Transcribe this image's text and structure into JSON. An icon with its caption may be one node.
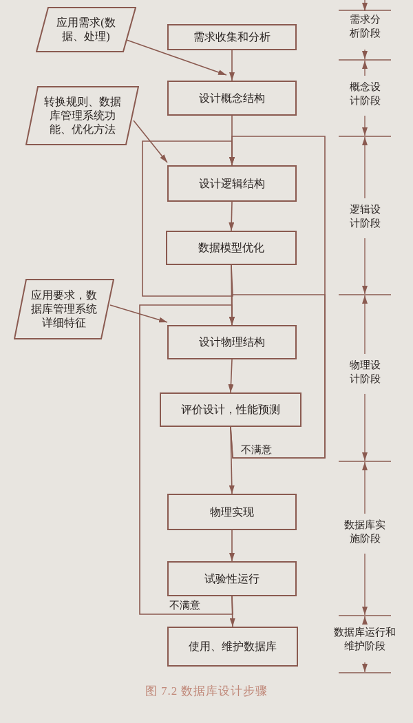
{
  "diagram": {
    "caption": "图 7.2 数据库设计步骤",
    "nodes": [
      {
        "text": [
          "应用需求(数据、处理)"
        ]
      },
      {
        "text": [
          "需求收集和分析"
        ]
      },
      {
        "text": [
          "转换规则、数据库管理系统功能、优化方法"
        ]
      },
      {
        "text": [
          "设计概念结构"
        ]
      },
      {
        "text": [
          "设计逻辑结构"
        ]
      },
      {
        "text": [
          "数据模型优化"
        ]
      },
      {
        "text": [
          "应用要求，数据库管理系统详细特征"
        ]
      },
      {
        "text": [
          "设计物理结构"
        ]
      },
      {
        "text": [
          "评价设计，性能预测"
        ]
      },
      {
        "text": [
          "物理实现"
        ]
      },
      {
        "text": [
          "试验性运行"
        ]
      },
      {
        "text": [
          "使用、维护数据库"
        ]
      }
    ],
    "edges": [
      {
        "from": 0,
        "to": 3,
        "arrow": "to"
      },
      {
        "from": 1,
        "to": 3,
        "arrow": "to"
      },
      {
        "from": 2,
        "to": 4,
        "arrow": "to"
      },
      {
        "from": 3,
        "to": 4,
        "arrow": "to"
      },
      {
        "from": 4,
        "to": 5,
        "arrow": "to"
      },
      {
        "from": 5,
        "to": 4,
        "arrow": "to"
      },
      {
        "from": 5,
        "to": 7,
        "arrow": "to"
      },
      {
        "from": 6,
        "to": 7,
        "arrow": "to"
      },
      {
        "from": 7,
        "to": 8,
        "arrow": "to"
      },
      {
        "from": 8,
        "to": 9,
        "arrow": "to"
      },
      {
        "from": 8,
        "to": 4,
        "arrow": "to",
        "label": "不满意"
      },
      {
        "from": 8,
        "to": 7,
        "arrow": "to"
      },
      {
        "from": 9,
        "to": 10,
        "arrow": "to"
      },
      {
        "from": 10,
        "to": 11,
        "arrow": "to"
      },
      {
        "from": 10,
        "to": 7,
        "arrow": "to",
        "label": "不满意"
      }
    ],
    "labels": [
      "需求分析阶段",
      "概念设计阶段",
      "逻辑设计阶段",
      "物理设计阶段",
      "数据库实施阶段",
      "数据库运行和维护阶段"
    ]
  }
}
